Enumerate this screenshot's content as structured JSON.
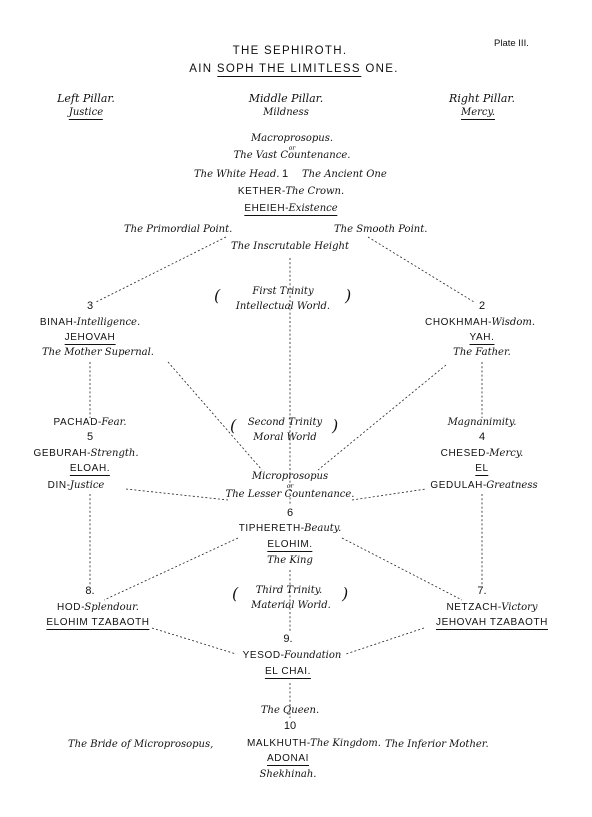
{
  "plate": "Plate III.",
  "title": "THE SEPHIROTH.",
  "subtitle_pre": "AIN",
  "subtitle_mid": "SOPH THE LIMITLESS",
  "subtitle_end": "ONE.",
  "pillars": {
    "left": {
      "name": "Left Pillar.",
      "quality": "Justice"
    },
    "middle": {
      "name": "Middle Pillar.",
      "quality": "Mildness"
    },
    "right": {
      "name": "Right Pillar.",
      "quality": "Mercy."
    }
  },
  "top": {
    "macro": "Macroprosopus.",
    "or": "or",
    "vast": "The Vast Countenance.",
    "white_head": "The White Head.",
    "one": "1",
    "ancient": "The Ancient One",
    "primordial": "The Primordial Point.",
    "smooth": "The Smooth Point.",
    "inscrutable": "The Inscrutable Height"
  },
  "kether": {
    "name": "KETHER",
    "sep": "-",
    "meaning": "The Crown.",
    "divine": "EHEIEH",
    "divine_sep": "-",
    "divine_meaning": "Existence"
  },
  "chokhmah": {
    "number": "2",
    "name": "CHOKHMAH",
    "sep": "-",
    "meaning": "Wisdom.",
    "divine": "YAH.",
    "title": "The Father."
  },
  "binah": {
    "number": "3",
    "name": "BINAH",
    "sep": "-",
    "meaning": "Intelligence.",
    "divine": "JEHOVAH",
    "title": "The Mother Supernal."
  },
  "chesed": {
    "number": "4",
    "alt": "Magnanimity.",
    "name": "CHESED",
    "sep": "-",
    "meaning": "Mercy.",
    "divine": "EL",
    "other": "GEDULAH",
    "other_sep": "-",
    "other_meaning": "Greatness"
  },
  "geburah": {
    "number": "5",
    "alt": "PACHAD",
    "alt_sep": "-",
    "alt_meaning": "Fear.",
    "name": "GEBURAH",
    "sep": "-",
    "meaning": "Strength.",
    "divine": "ELOAH.",
    "other": "DIN",
    "other_sep": "-",
    "other_meaning": "Justice"
  },
  "tiphereth": {
    "number": "6",
    "name": "TIPHERETH",
    "sep": "-",
    "meaning": "Beauty.",
    "divine": "ELOHIM.",
    "title": "The King"
  },
  "micro": {
    "name": "Microprosopus",
    "or": "or",
    "lesser": "The Lesser Countenance."
  },
  "netzach": {
    "number": "7.",
    "name": "NETZACH",
    "sep": "-",
    "meaning": "Victory",
    "divine": "JEHOVAH TZABAOTH"
  },
  "hod": {
    "number": "8.",
    "name": "HOD",
    "sep": "-",
    "meaning": "Splendour.",
    "divine": "ELOHIM TZABAOTH"
  },
  "yesod": {
    "number": "9.",
    "name": "YESOD",
    "sep": "-",
    "meaning": "Foundation",
    "divine": "EL CHAI."
  },
  "malkhuth": {
    "queen": "The Queen.",
    "number": "10",
    "bride": "The Bride of Microprosopus,",
    "name": "MALKHUTH",
    "sep": "-",
    "meaning": "The Kingdom.",
    "inferior": "The Inferior Mother.",
    "divine": "ADONAI",
    "title": "Shekhinah."
  },
  "trinities": {
    "first": [
      "First Trinity",
      "Intellectual World."
    ],
    "second": [
      "Second Trinity",
      "Moral World"
    ],
    "third": [
      "Third Trinity.",
      "Material World."
    ]
  }
}
